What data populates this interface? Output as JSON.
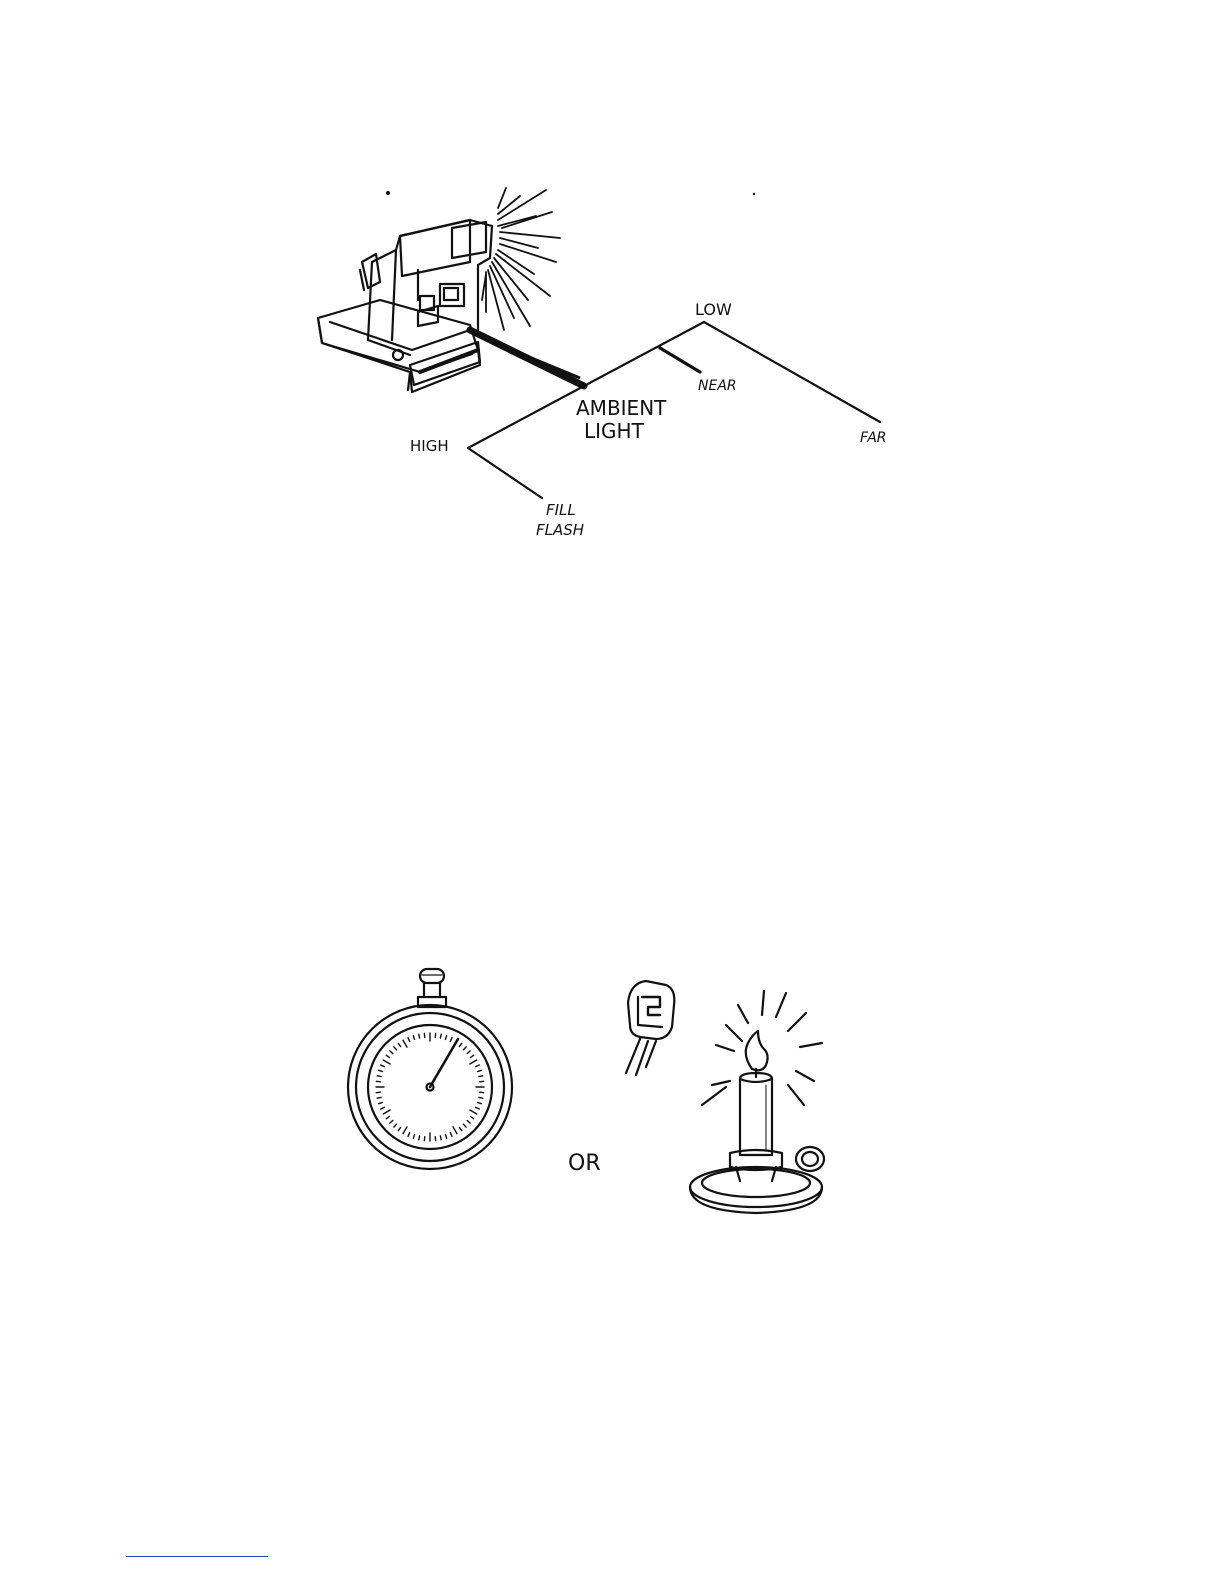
{
  "diagram_top": {
    "labels": {
      "low": "LOW",
      "near": "NEAR",
      "far": "FAR",
      "ambient_line1": "AMBIENT",
      "ambient_line2": "LIGHT",
      "high": "HIGH",
      "fill_line1": "FILL",
      "fill_line2": "FLASH"
    },
    "icons": [
      "instant-camera-icon",
      "flash-burst-icon"
    ]
  },
  "diagram_bottom": {
    "labels": {
      "or": "OR"
    },
    "icons": [
      "stopwatch-icon",
      "flash-bulb-icon",
      "candle-icon"
    ]
  }
}
